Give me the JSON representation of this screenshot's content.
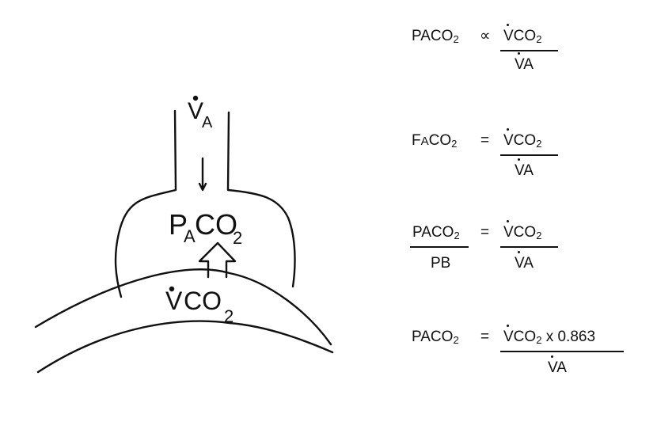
{
  "diagram": {
    "ventilation_label": "V",
    "ventilation_sub": "A",
    "alveolar_label_p": "P",
    "alveolar_label_sub": "A",
    "alveolar_label_co": "CO",
    "alveolar_label_2": "2",
    "capillary_label_v": "V",
    "capillary_label_co": "CO",
    "capillary_label_2": "2"
  },
  "equations": [
    {
      "lhs_main": "PACO",
      "lhs_sub": "2",
      "op": "∝",
      "num": "VCO",
      "num_sub": "2",
      "den": "VA"
    },
    {
      "lhs_main": "F",
      "lhs_sc": "A",
      "lhs_rest": "CO",
      "lhs_sub": "2",
      "op": "=",
      "num": "VCO",
      "num_sub": "2",
      "den": "VA"
    },
    {
      "lhs_num": "PACO",
      "lhs_num_sub": "2",
      "lhs_den": "PB",
      "op": "=",
      "num": "VCO",
      "num_sub": "2",
      "den": "VA"
    },
    {
      "lhs_main": "PACO",
      "lhs_sub": "2",
      "op": "=",
      "num": "VCO",
      "num_sub": "2",
      "num_tail": " x 0.863",
      "den": "VA"
    }
  ]
}
